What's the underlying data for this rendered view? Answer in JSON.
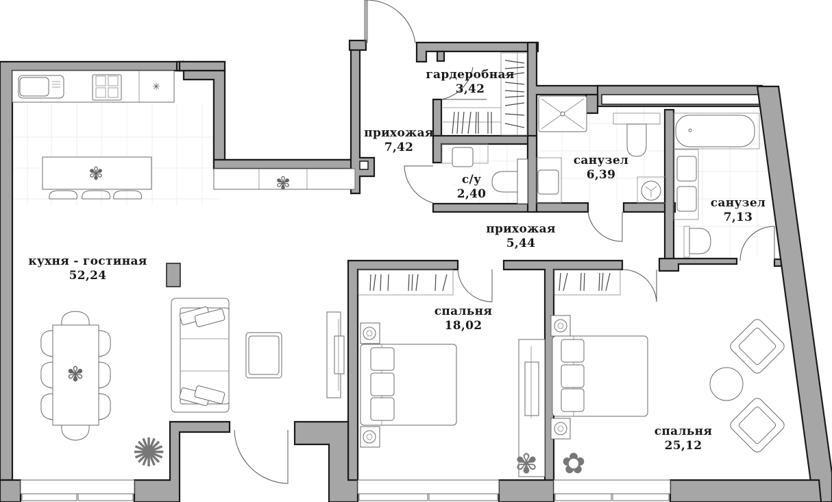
{
  "plan": {
    "type": "apartment-floor-plan",
    "wall_color": "#a6a6a6",
    "outline_color": "#1a1a1a",
    "rooms": [
      {
        "id": "kitchen-living",
        "name": "кухня - гостиная",
        "area": "52,24"
      },
      {
        "id": "wardrobe",
        "name": "гардеробная",
        "area": "3,42"
      },
      {
        "id": "hallway-entry",
        "name": "прихожая",
        "area": "7,42"
      },
      {
        "id": "wc",
        "name": "с/у",
        "area": "2,40"
      },
      {
        "id": "bathroom-1",
        "name": "санузел",
        "area": "6,39"
      },
      {
        "id": "bathroom-2",
        "name": "санузел",
        "area": "7,13"
      },
      {
        "id": "hallway-inner",
        "name": "прихожая",
        "area": "5,44"
      },
      {
        "id": "bedroom-1",
        "name": "спальня",
        "area": "18,02"
      },
      {
        "id": "bedroom-2",
        "name": "спальня",
        "area": "25,12"
      }
    ]
  }
}
